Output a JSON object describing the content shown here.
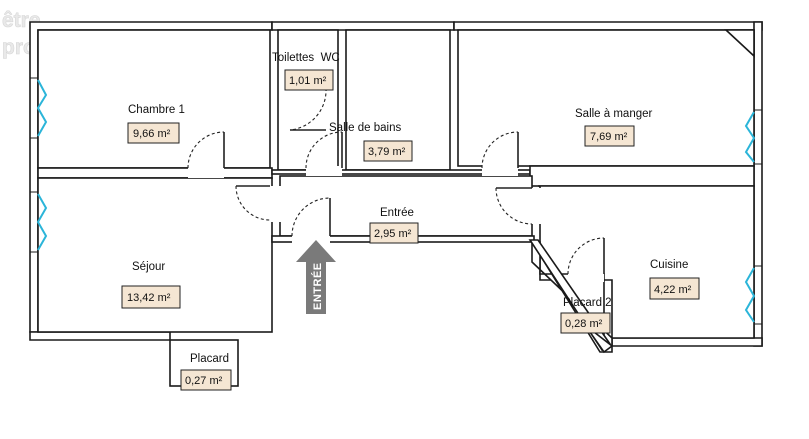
{
  "brand": {
    "logo_line1": "être",
    "logo_line2": "proprio"
  },
  "rooms": [
    {
      "name": "Chambre 1",
      "area": "9,66 m²"
    },
    {
      "name": "Toilettes  WC",
      "area": "1,01 m²"
    },
    {
      "name": "Salle de bains",
      "area": "3,79 m²"
    },
    {
      "name": "Salle à manger",
      "area": "7,69 m²"
    },
    {
      "name": "Séjour",
      "area": "13,42 m²"
    },
    {
      "name": "Entrée",
      "area": "2,95 m²"
    },
    {
      "name": "Cuisine",
      "area": "4,22 m²"
    },
    {
      "name": "Placard 2",
      "area": "0,28 m²"
    },
    {
      "name": "Placard",
      "area": "0,27 m²"
    }
  ],
  "entrance": {
    "label": "ENTRÉE"
  },
  "colors": {
    "area_badge": "#f5e6d3",
    "window": "#2bb5d9",
    "arrow": "#7a7a7a",
    "walls": "#1a1a1a"
  }
}
